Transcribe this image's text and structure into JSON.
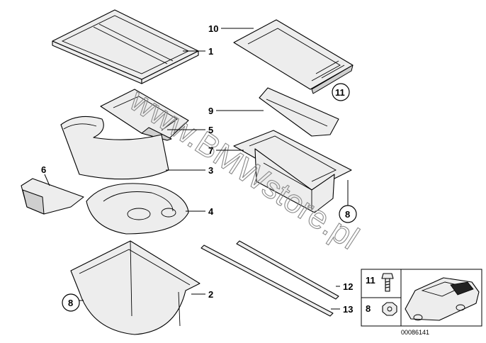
{
  "labels": {
    "p1": "1",
    "p2": "2",
    "p3": "3",
    "p4": "4",
    "p5": "5",
    "p6": "6",
    "p7": "7",
    "p8a": "8",
    "p8b": "8",
    "p9": "9",
    "p10": "10",
    "p11": "11",
    "p12": "12",
    "p13": "13",
    "inset_11": "11",
    "inset_8": "8"
  },
  "watermark": "www.BMWstore.pl",
  "diagram_code": "00086141"
}
